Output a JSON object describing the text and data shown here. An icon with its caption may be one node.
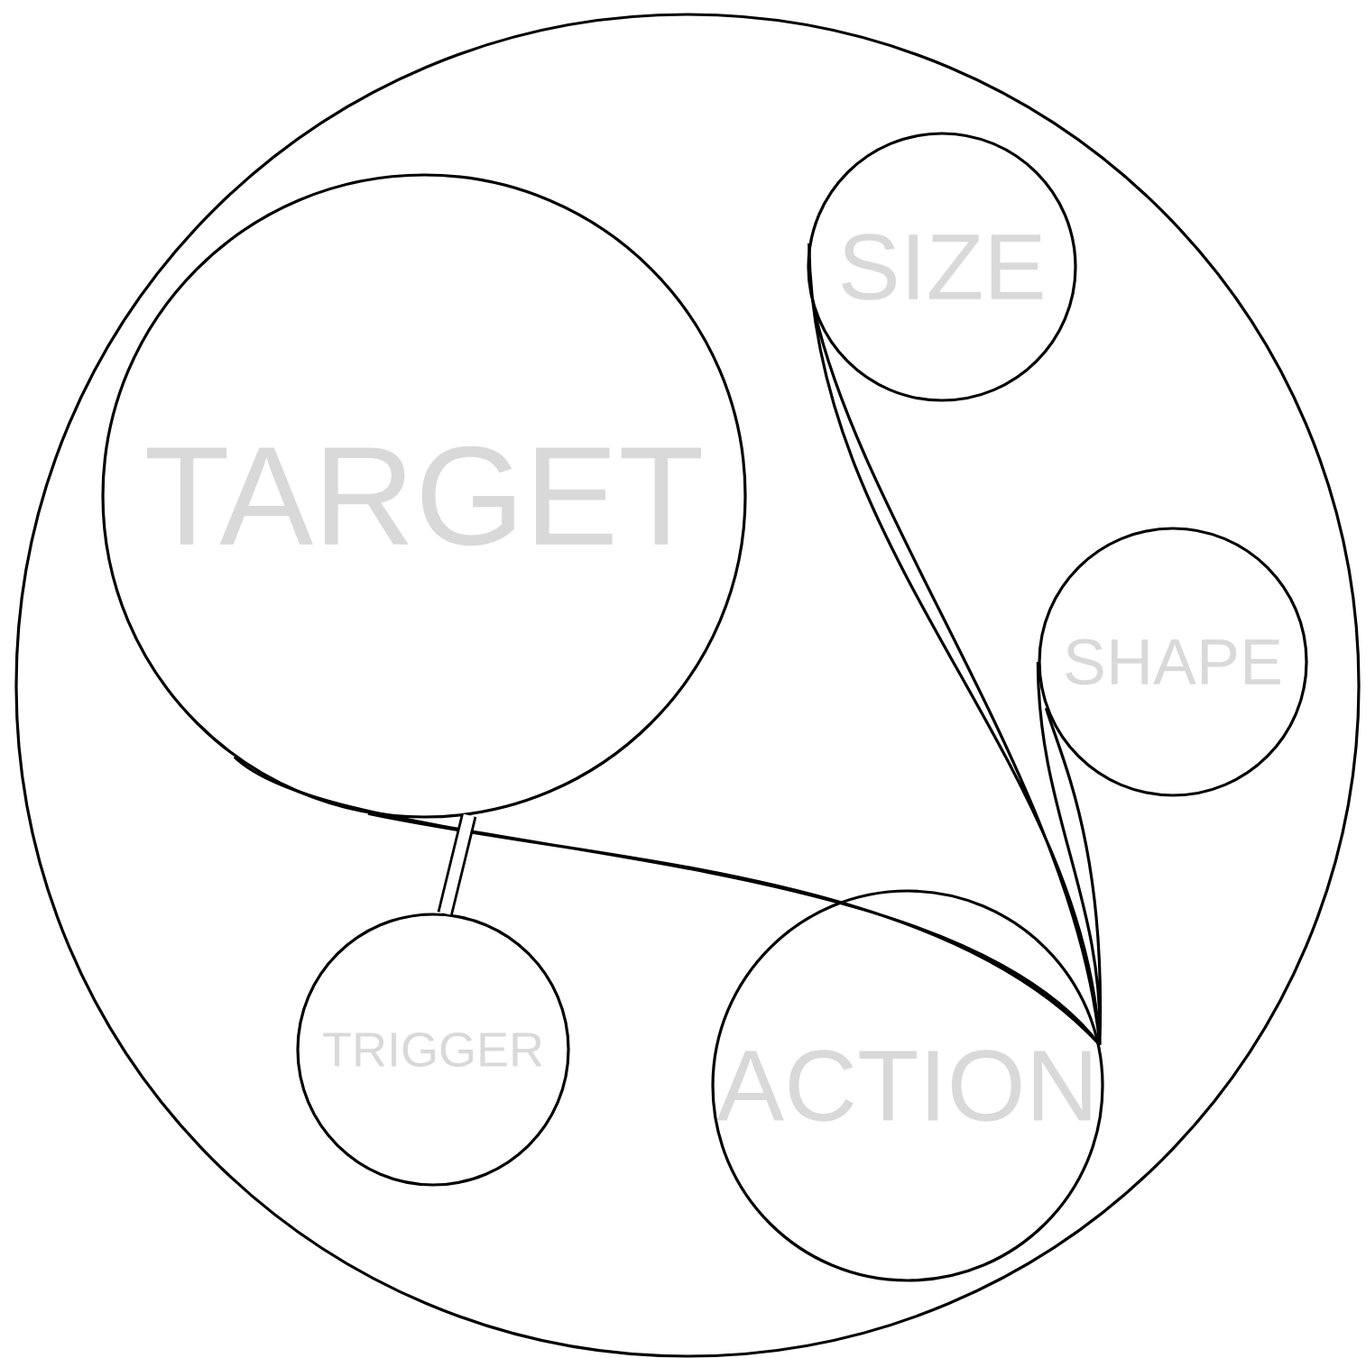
{
  "diagram": {
    "nodes": [
      {
        "text": [],
        "shape": "circle"
      },
      {
        "text": [
          "TARGET"
        ],
        "in": 0
      },
      {
        "text": [
          "SIZE"
        ],
        "in": 0
      },
      {
        "text": [
          "SHAPE"
        ],
        "in": 0
      },
      {
        "text": [
          "TRIGGER"
        ],
        "in": 0
      },
      {
        "text": [
          "ACTION"
        ],
        "in": 0
      }
    ],
    "edges": [
      {
        "from": 1,
        "to": 5,
        "arrow": "none"
      },
      {
        "from": 2,
        "to": 5,
        "arrow": "none"
      },
      {
        "from": 3,
        "to": 5,
        "arrow": "none"
      },
      {
        "from": 1,
        "to": 4,
        "arrow": "none",
        "style": "thick"
      }
    ]
  }
}
